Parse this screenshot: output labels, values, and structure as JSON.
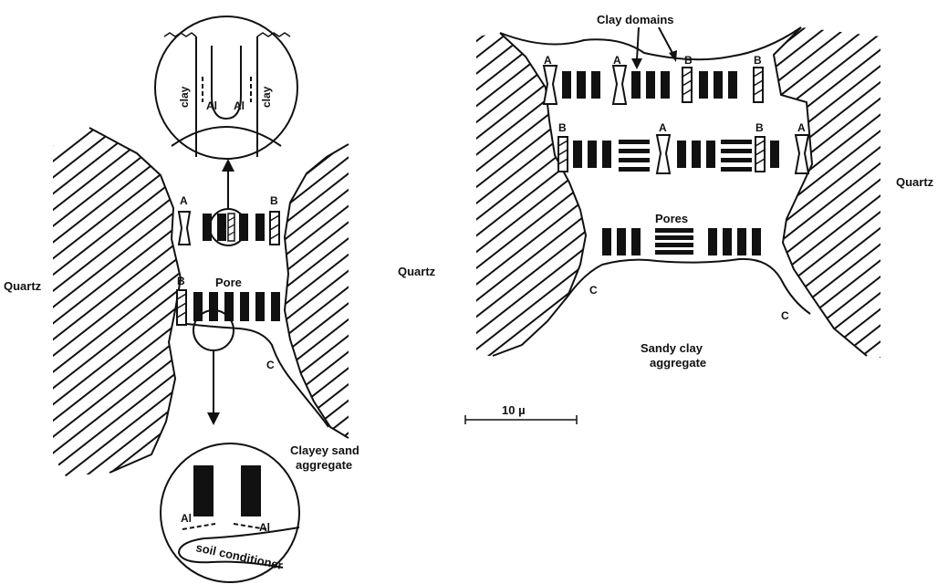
{
  "left": {
    "quartz_left": "Quartz",
    "quartz_right": "Quartz",
    "label_a": "A",
    "label_b_top": "B",
    "label_b_side": "B",
    "label_c": "C",
    "pore": "Pore",
    "aggregate_line1": "Clayey sand",
    "aggregate_line2": "aggregate",
    "top_inset": {
      "clay_left": "clay",
      "clay_right": "clay",
      "al_left": "Al",
      "al_right": "Al"
    },
    "bottom_inset": {
      "al_left": "Al",
      "al_right": "Al",
      "conditioner": "soil conditioner"
    }
  },
  "right": {
    "clay_domains": "Clay domains",
    "quartz": "Quartz",
    "row1_labels": [
      "A",
      "A",
      "B",
      "B"
    ],
    "row2_labels": [
      "B",
      "A",
      "B",
      "A"
    ],
    "pores": "Pores",
    "label_c_left": "C",
    "label_c_right": "C",
    "aggregate_line1": "Sandy clay",
    "aggregate_line2": "aggregate"
  },
  "scale_bar": "10 µ"
}
